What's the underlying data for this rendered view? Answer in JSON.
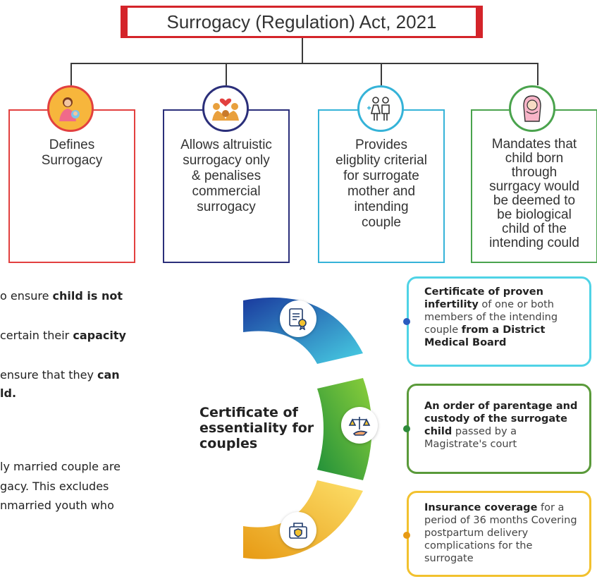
{
  "title": "Surrogacy (Regulation) Act, 2021",
  "cards": [
    {
      "text": "Defines\nSurrogacy",
      "color": "#e2403f",
      "icon": "mother-baby-icon"
    },
    {
      "text": "Allows altruistic\nsurrogacy only\n& penalises\ncommercial\nsurrogacy",
      "color": "#2b2f7a",
      "icon": "hands-heart-icon"
    },
    {
      "text": "Provides\neligblity criterial\nfor surrogate\nmother and\nintending\ncouple",
      "color": "#35b3d8",
      "icon": "couple-icon"
    },
    {
      "text": "Mandates that\nchild born\nthrough\nsurrgacy would\nbe deemed to\nbe biological\nchild of the\nintending could",
      "color": "#4aa34d",
      "icon": "baby-icon"
    }
  ],
  "left_text": {
    "l1": "o ensure ",
    "l1b": "child is not",
    "l2": "certain their ",
    "l2b": "capacity",
    "l3": "ensure that they ",
    "l3b": "can",
    "l4b": "ld.",
    "l5": "ly married couple are",
    "l6": "gacy.  This  excludes",
    "l7": "nmarried  youth  who"
  },
  "essentiality": {
    "center_title": "Certificate of essentiality for couples",
    "items": [
      {
        "icon": "certificate-icon",
        "color": "#4fd3e6",
        "bold1": "Certificate of proven infertility",
        "rest1": " of one or both members of the intending couple ",
        "bold2": "from a District Medical Board"
      },
      {
        "icon": "justice-scale-icon",
        "color": "#5a9a3a",
        "bold1": "An order of parentage and custody of the surrogate child",
        "rest1": " passed by a Magistrate's court"
      },
      {
        "icon": "insurance-icon",
        "color": "#f2c12e",
        "bold1": "Insurance coverage",
        "rest1": " for a period of 36 months Covering postpartum delivery complications for the surrogate"
      }
    ]
  }
}
